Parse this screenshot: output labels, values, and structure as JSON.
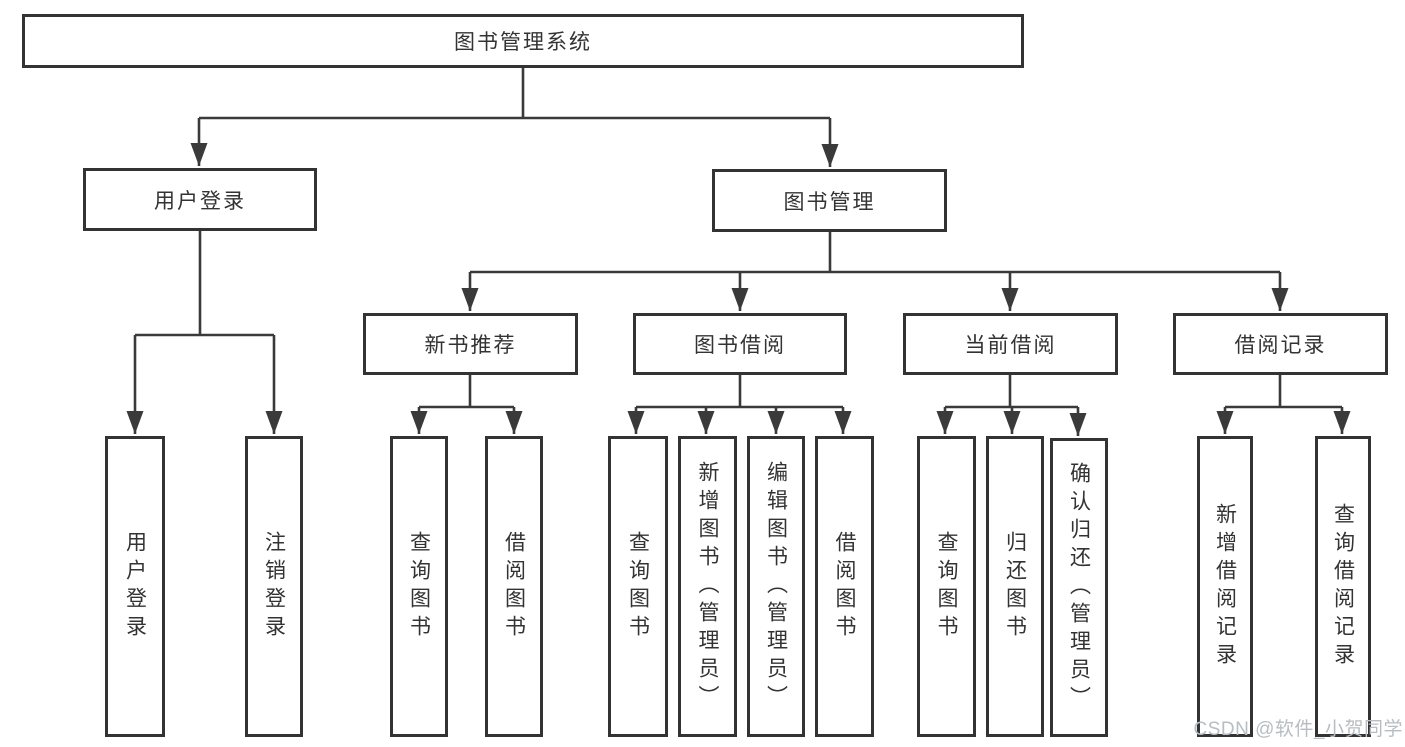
{
  "diagram": {
    "title_node": {
      "label": "图书管理系统"
    },
    "level1": [
      {
        "id": "user-login",
        "label": "用户登录"
      },
      {
        "id": "book-management",
        "label": "图书管理"
      }
    ],
    "level2": [
      {
        "id": "new-book-recommend",
        "label": "新书推荐"
      },
      {
        "id": "book-borrowing",
        "label": "图书借阅"
      },
      {
        "id": "current-borrowing",
        "label": "当前借阅"
      },
      {
        "id": "borrowing-records",
        "label": "借阅记录"
      }
    ],
    "leaves": [
      {
        "id": "user-login-leaf",
        "label": "用户登录"
      },
      {
        "id": "logout",
        "label": "注销登录"
      },
      {
        "id": "query-books-1",
        "label": "查询图书"
      },
      {
        "id": "borrow-books-1",
        "label": "借阅图书"
      },
      {
        "id": "query-books-2",
        "label": "查询图书"
      },
      {
        "id": "add-books-admin",
        "label": "新增图书（管理员）"
      },
      {
        "id": "edit-books-admin",
        "label": "编辑图书（管理员）"
      },
      {
        "id": "borrow-books-2",
        "label": "借阅图书"
      },
      {
        "id": "query-books-3",
        "label": "查询图书"
      },
      {
        "id": "return-books",
        "label": "归还图书"
      },
      {
        "id": "confirm-return-admin",
        "label": "确认归还（管理员）"
      },
      {
        "id": "add-borrow-record",
        "label": "新增借阅记录"
      },
      {
        "id": "query-borrow-record",
        "label": "查询借阅记录"
      }
    ],
    "colors": {
      "line": "#3a3a3a",
      "border": "#333333",
      "text": "#333333",
      "background": "#ffffff",
      "watermark": "#b7bdc2"
    }
  },
  "watermark": {
    "text": "CSDN @软件_小贺同学"
  }
}
